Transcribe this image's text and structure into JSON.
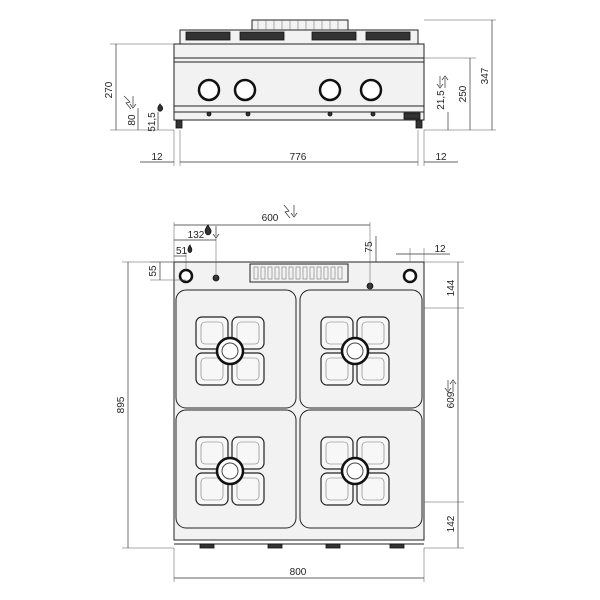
{
  "front_view": {
    "dims": {
      "height_body": "270",
      "height_total": "347",
      "height_250": "250",
      "width_inner": "776",
      "side_left": "12",
      "side_right": "12",
      "elec_height": "80",
      "gas_height": "51,5",
      "drain_height": "21,5"
    }
  },
  "top_view": {
    "dims": {
      "elec_offset": "600",
      "gas_offset": "132",
      "left_offset": "51",
      "top_offset": "55",
      "flue_offset": "75",
      "flue_right": "12",
      "depth_total": "895",
      "top_144": "144",
      "middle_609": "609",
      "bottom_142": "142",
      "width_total": "800"
    }
  },
  "icons": {
    "electric": "electric-connection-icon",
    "gas": "gas-connection-icon",
    "water": "water-drain-icon"
  }
}
